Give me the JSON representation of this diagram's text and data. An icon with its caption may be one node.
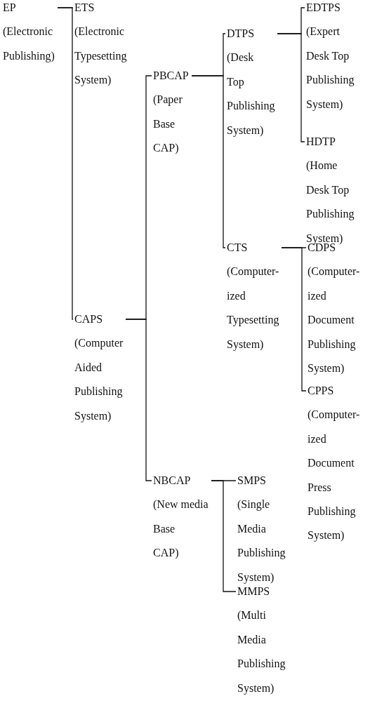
{
  "diagram": {
    "nodes": [
      {
        "text": [
          "EP",
          "(Electronic Publishing)"
        ]
      },
      {
        "text": [
          "ETS",
          "(Electronic Typesetting System)"
        ]
      },
      {
        "text": [
          "CAPS",
          "(Computer Aided Publishing System)"
        ]
      },
      {
        "text": [
          "PBCAP",
          "(Paper Base CAP)"
        ]
      },
      {
        "text": [
          "NBCAP",
          "(New media Base CAP)"
        ]
      },
      {
        "text": [
          "DTPS",
          "(Desk Top Publishing System)"
        ]
      },
      {
        "text": [
          "CTS",
          "(Computer- ized Typesetting System)"
        ]
      },
      {
        "text": [
          "EDTPS",
          "(Expert Desk Top Publishing System)"
        ]
      },
      {
        "text": [
          "HDTP",
          "(Home Desk Top Publishing System)"
        ]
      },
      {
        "text": [
          "CDPS",
          "(Computer- ized Document Publishing System)"
        ]
      },
      {
        "text": [
          "CPPS",
          "(Computer- ized Document Press Publishing System)"
        ]
      },
      {
        "text": [
          "SMPS",
          "(Single Media Publishing System)"
        ]
      },
      {
        "text": [
          "MMPS",
          "(Multi Media Publishing System)"
        ]
      }
    ],
    "edges": [
      {
        "from": 0,
        "to": 1,
        "arrow": "none"
      },
      {
        "from": 0,
        "to": 2,
        "arrow": "none"
      },
      {
        "from": 2,
        "to": 3,
        "arrow": "none"
      },
      {
        "from": 2,
        "to": 4,
        "arrow": "none"
      },
      {
        "from": 3,
        "to": 5,
        "arrow": "none"
      },
      {
        "from": 3,
        "to": 6,
        "arrow": "none"
      },
      {
        "from": 5,
        "to": 7,
        "arrow": "none"
      },
      {
        "from": 5,
        "to": 8,
        "arrow": "none"
      },
      {
        "from": 6,
        "to": 9,
        "arrow": "none"
      },
      {
        "from": 6,
        "to": 10,
        "arrow": "none"
      },
      {
        "from": 4,
        "to": 11,
        "arrow": "none"
      },
      {
        "from": 4,
        "to": 12,
        "arrow": "none"
      }
    ]
  }
}
